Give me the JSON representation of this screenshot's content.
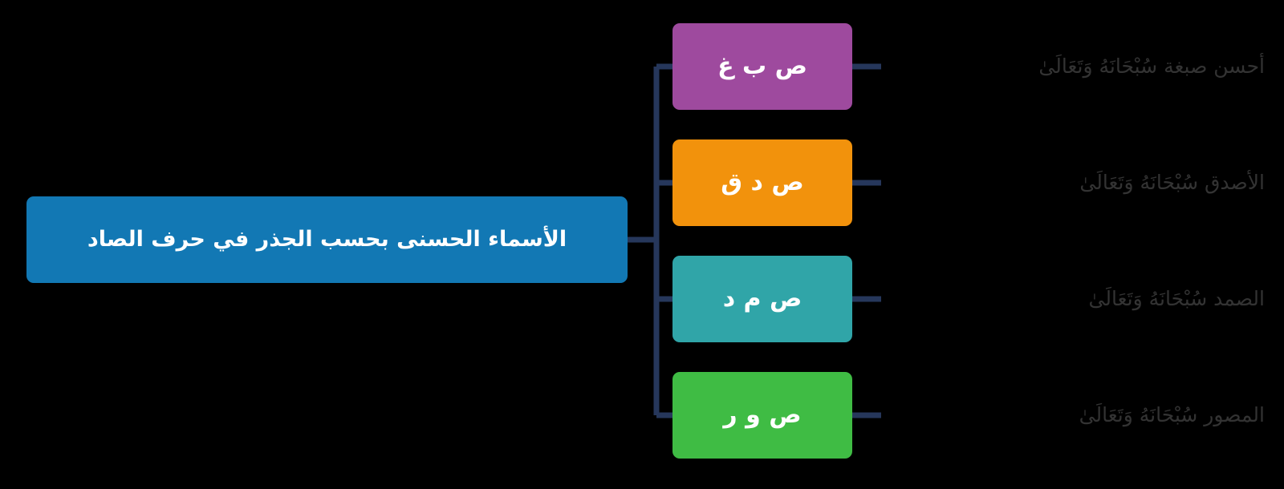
{
  "diagram": {
    "type": "tree",
    "direction": "rtl",
    "background_color": "#000000",
    "root": {
      "label": "الأسماء الحسنى بحسب الجذر في حرف الصاد",
      "color": "#1278B4",
      "text_color": "#FFFFFF"
    },
    "connector_color": "#26375B",
    "branches": [
      {
        "root_label": "ص ب غ",
        "color": "#9E4A9E",
        "text_color": "#FFFFFF",
        "leaf_label": "أحسن صبغة سُبْحَانَهُ وَتَعَالَىٰ",
        "leaf_text_color": "#333333"
      },
      {
        "root_label": "ص د ق",
        "color": "#F2920C",
        "text_color": "#FFFFFF",
        "leaf_label": "الأصدق سُبْحَانَهُ وَتَعَالَىٰ",
        "leaf_text_color": "#333333"
      },
      {
        "root_label": "ص م د",
        "color": "#30A5A8",
        "text_color": "#FFFFFF",
        "leaf_label": "الصمد سُبْحَانَهُ وَتَعَالَىٰ",
        "leaf_text_color": "#333333"
      },
      {
        "root_label": "ص و ر",
        "color": "#3FBC44",
        "text_color": "#FFFFFF",
        "leaf_label": "المصور سُبْحَانَهُ وَتَعَالَىٰ",
        "leaf_text_color": "#333333"
      }
    ]
  }
}
